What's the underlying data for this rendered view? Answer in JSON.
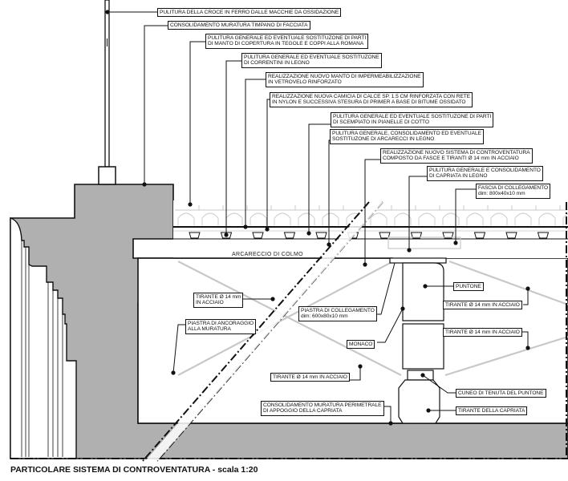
{
  "drawing": {
    "title": "PARTICOLARE SISTEMA DI CONTROVENTATURA - scala 1:20",
    "colors": {
      "masonry_fill": "#b0b0b0",
      "line": "#111111",
      "light_line": "#c8c8c8",
      "background": "#ffffff"
    },
    "element_labels": {
      "ridge_purlin": "ARCARECCIO  DI  COLMO"
    },
    "annotations": [
      {
        "id": "croce",
        "lines": [
          "PULITURA DELLA CROCE IN FERRO DALLE MACCHIE DA OSSIDAZIONE"
        ]
      },
      {
        "id": "timpano",
        "lines": [
          "CONSOLIDAMENTO MURATURA TIMPANO DI FACCIATA"
        ]
      },
      {
        "id": "manto",
        "lines": [
          "PULITURA GENERALE ED EVENTUALE SOSTITUZONE DI PARTI",
          "DI MANTO DI COPERTURA IN TEGOLE E COPPI ALLA ROMANA"
        ]
      },
      {
        "id": "correntini",
        "lines": [
          "PULITURA GENERALE ED EVENTUALE SOSTITUZONE",
          "DI CORRENTINI IN LEGNO"
        ]
      },
      {
        "id": "impermeabilizzazione",
        "lines": [
          "REALIZZAZIONE NUOVO MANTO DI IMPERMEABILIZZAZIONE",
          "IN VETROVELO RINFORZATO"
        ]
      },
      {
        "id": "camicia",
        "lines": [
          "REALIZZAZIONE NUOVA CAMICIA DI CALCE SP. 1.5 CM RINFORZATA CON RETE",
          "IN NYLON E SUCCESSIVA STESURA DI PRIMER A BASE DI BITUME OSSIDATO"
        ]
      },
      {
        "id": "scempiato",
        "lines": [
          "PULITURA GENERALE ED EVENTUALE SOSTITUZONE DI PARTI",
          "DI SCEMPIATO IN PIANELLE DI COTTO"
        ]
      },
      {
        "id": "arcarecci",
        "lines": [
          "PULITURA GENERALE, CONSOLIDAMENTO ED EVENTUALE",
          "SOSTITUZONE DI ARCARECCI IN LEGNO"
        ]
      },
      {
        "id": "controventatura",
        "lines": [
          "REALIZZAZIONE NUOVO SISTEMA DI CONTROVENTATURA",
          "COMPOSTO DA FASCE E TIRANTI Ø 14 mm IN ACCIAIO"
        ]
      },
      {
        "id": "capriata",
        "lines": [
          "PULITURA GENERALE E CONSOLIDAMENTO",
          "DI CAPRIATA IN LEGNO"
        ]
      },
      {
        "id": "fascia",
        "lines": [
          "FASCIA DI COLLEGAMENTO",
          "dim: 800x40x10 mm"
        ]
      },
      {
        "id": "tirante_left",
        "lines": [
          "TIRANTE Ø 14 mm",
          "IN ACCIAIO"
        ]
      },
      {
        "id": "piastra_ancoraggio",
        "lines": [
          "PIASTRA DI ANCORAGGIO",
          "ALLA MURATURA"
        ]
      },
      {
        "id": "piastra_collegamento",
        "lines": [
          "PIASTRA DI COLLEGAMENTO",
          "dim: 600x80x10 mm"
        ]
      },
      {
        "id": "monaco",
        "lines": [
          "MONACO"
        ]
      },
      {
        "id": "puntone",
        "lines": [
          "PUNTONE"
        ]
      },
      {
        "id": "tirante_right_top",
        "lines": [
          "TIRANTE Ø 14 mm IN ACCIAIO"
        ]
      },
      {
        "id": "tirante_right_bottom",
        "lines": [
          "TIRANTE Ø 14 mm IN ACCIAIO"
        ]
      },
      {
        "id": "tirante_center",
        "lines": [
          "TIRANTE Ø 14 mm IN ACCIAIO"
        ]
      },
      {
        "id": "consolidamento_perimetrale",
        "lines": [
          "CONSOLIDAMENTO MURATURA PERIMETRALE",
          "DI APPOGGIO DELLA CAPRIATA"
        ]
      },
      {
        "id": "cuneo",
        "lines": [
          "CUNEO DI TENUTA DEL PUNTONE"
        ]
      },
      {
        "id": "tirante_capriata",
        "lines": [
          "TIRANTE DELLA CAPRIATA"
        ]
      }
    ]
  }
}
